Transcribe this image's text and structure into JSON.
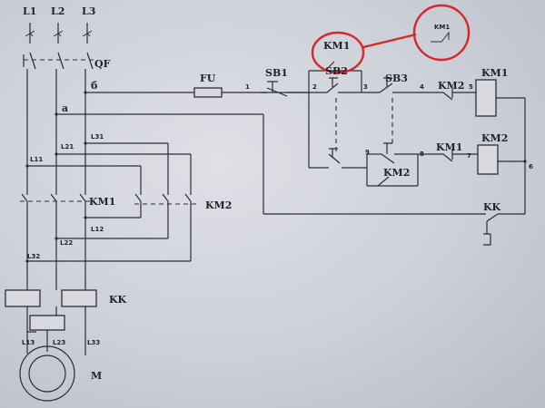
{
  "labels": {
    "L1": "L1",
    "L2": "L2",
    "L3": "L3",
    "QF": "QF",
    "b": "б",
    "a": "a",
    "L21": "L21",
    "L31": "L31",
    "L11": "L11",
    "KM1_main": "KM1",
    "KM2_main": "KM2",
    "L12": "L12",
    "L22": "L22",
    "L32": "L32",
    "KK_relay": "KK",
    "L13": "L13",
    "L23": "L23",
    "L33": "L33",
    "M": "M",
    "FU": "FU",
    "SB1": "SB1",
    "SB2": "SB2",
    "SB3": "SB3",
    "KM1_aux": "KM1",
    "KM2_series": "KM2",
    "KM1_coil": "KM1",
    "KM2_coil": "KM2",
    "KM2_interlock": "KM2",
    "KM1_interlock": "KM1",
    "KK_contact": "KK",
    "n1": "1",
    "n2": "2",
    "n3": "3",
    "n4": "4",
    "n5": "5",
    "n6": "6",
    "n7": "7",
    "n8": "8",
    "n9": "9",
    "callout_KM1": "KM1"
  },
  "colors": {
    "wire": "#2b2e38",
    "highlight": "#d8262a",
    "paper": "#d5d7de"
  }
}
